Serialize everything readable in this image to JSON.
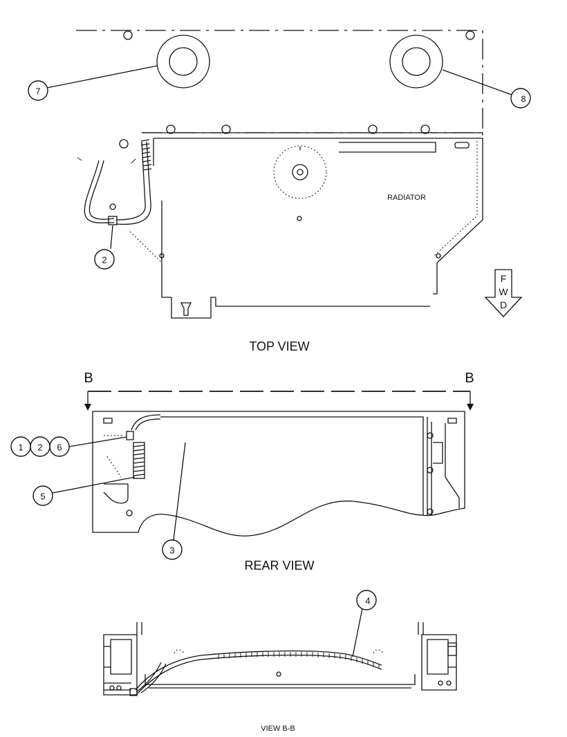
{
  "views": {
    "top": {
      "caption": "TOP VIEW",
      "radiator_label": "RADIATOR"
    },
    "rear": {
      "caption": "REAR VIEW",
      "section_left": "B",
      "section_right": "B"
    },
    "section": {
      "caption": "VIEW B-B"
    }
  },
  "fwd_arrow": {
    "letters": [
      "F",
      "W",
      "D"
    ]
  },
  "callouts": {
    "c7": "7",
    "c8": "8",
    "c2": "2",
    "c1": "1",
    "c2b": "2",
    "c6": "6",
    "c5": "5",
    "c3": "3",
    "c4": "4"
  }
}
